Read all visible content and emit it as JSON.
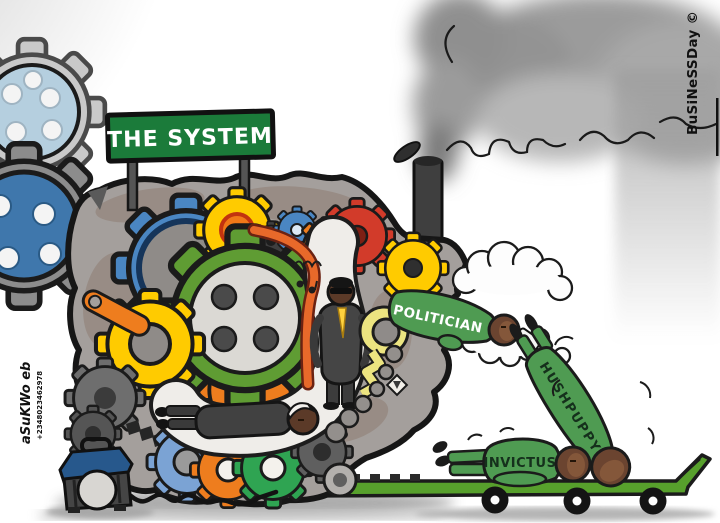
{
  "scene": {
    "type": "editorial cartoon",
    "publisher": "BuSiNeSSDay ©",
    "artist_signature": "aSuKWo eb",
    "artist_phone": "+2348023462978"
  },
  "sign": {
    "label": "THE SYSTEM"
  },
  "figures": [
    {
      "label": "POLITICIAN"
    },
    {
      "label": "HUSHPUPPY"
    },
    {
      "label": "INVICTUS"
    }
  ],
  "colors": {
    "sign_green": "#1b7b3a",
    "figure_green": "#4f9b52",
    "machine_gray": "#a49f9c",
    "gear_blue": "#4a86c2",
    "gear_green": "#5f9c33",
    "gear_orange": "#ee7d1e",
    "gear_yellow": "#ffcb00",
    "gear_red": "#d23b2a",
    "trailer_green": "#57a02c",
    "smoke_gray": "#9a9a9a",
    "suit_gray": "#454545",
    "skin_brown": "#6b4430",
    "outline_black": "#1b1b1b"
  }
}
